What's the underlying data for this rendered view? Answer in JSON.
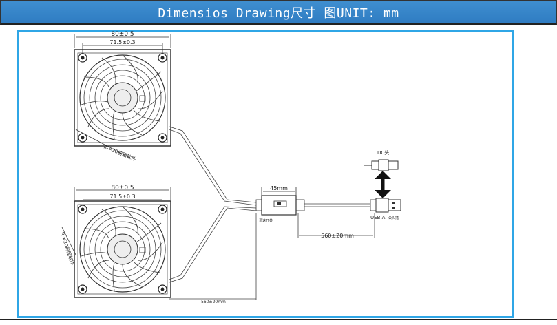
{
  "header": {
    "title": "Dimensios Drawing尺寸 图UNIT: mm"
  },
  "colors": {
    "header_bg": "#2f7cc2",
    "frame_border": "#2fa6e6",
    "line": "#333333"
  },
  "fan_top": {
    "outer_dim": "80±0.5",
    "hole_dim": "71.5±0.3",
    "cable_note": "R-≠20前面软件"
  },
  "fan_bottom": {
    "outer_dim": "80±0.5",
    "hole_dim": "71.5±0.3",
    "cable_note": "R-≠20前面软件"
  },
  "controller": {
    "width_dim": "45mm",
    "switch_note": "调速开关"
  },
  "cable": {
    "length_dim": "560±20mm"
  },
  "connector": {
    "dc_label": "DC头",
    "usb_label": "USB A",
    "usb_note": "公头插"
  },
  "fan_cable_dim": "560±20mm"
}
